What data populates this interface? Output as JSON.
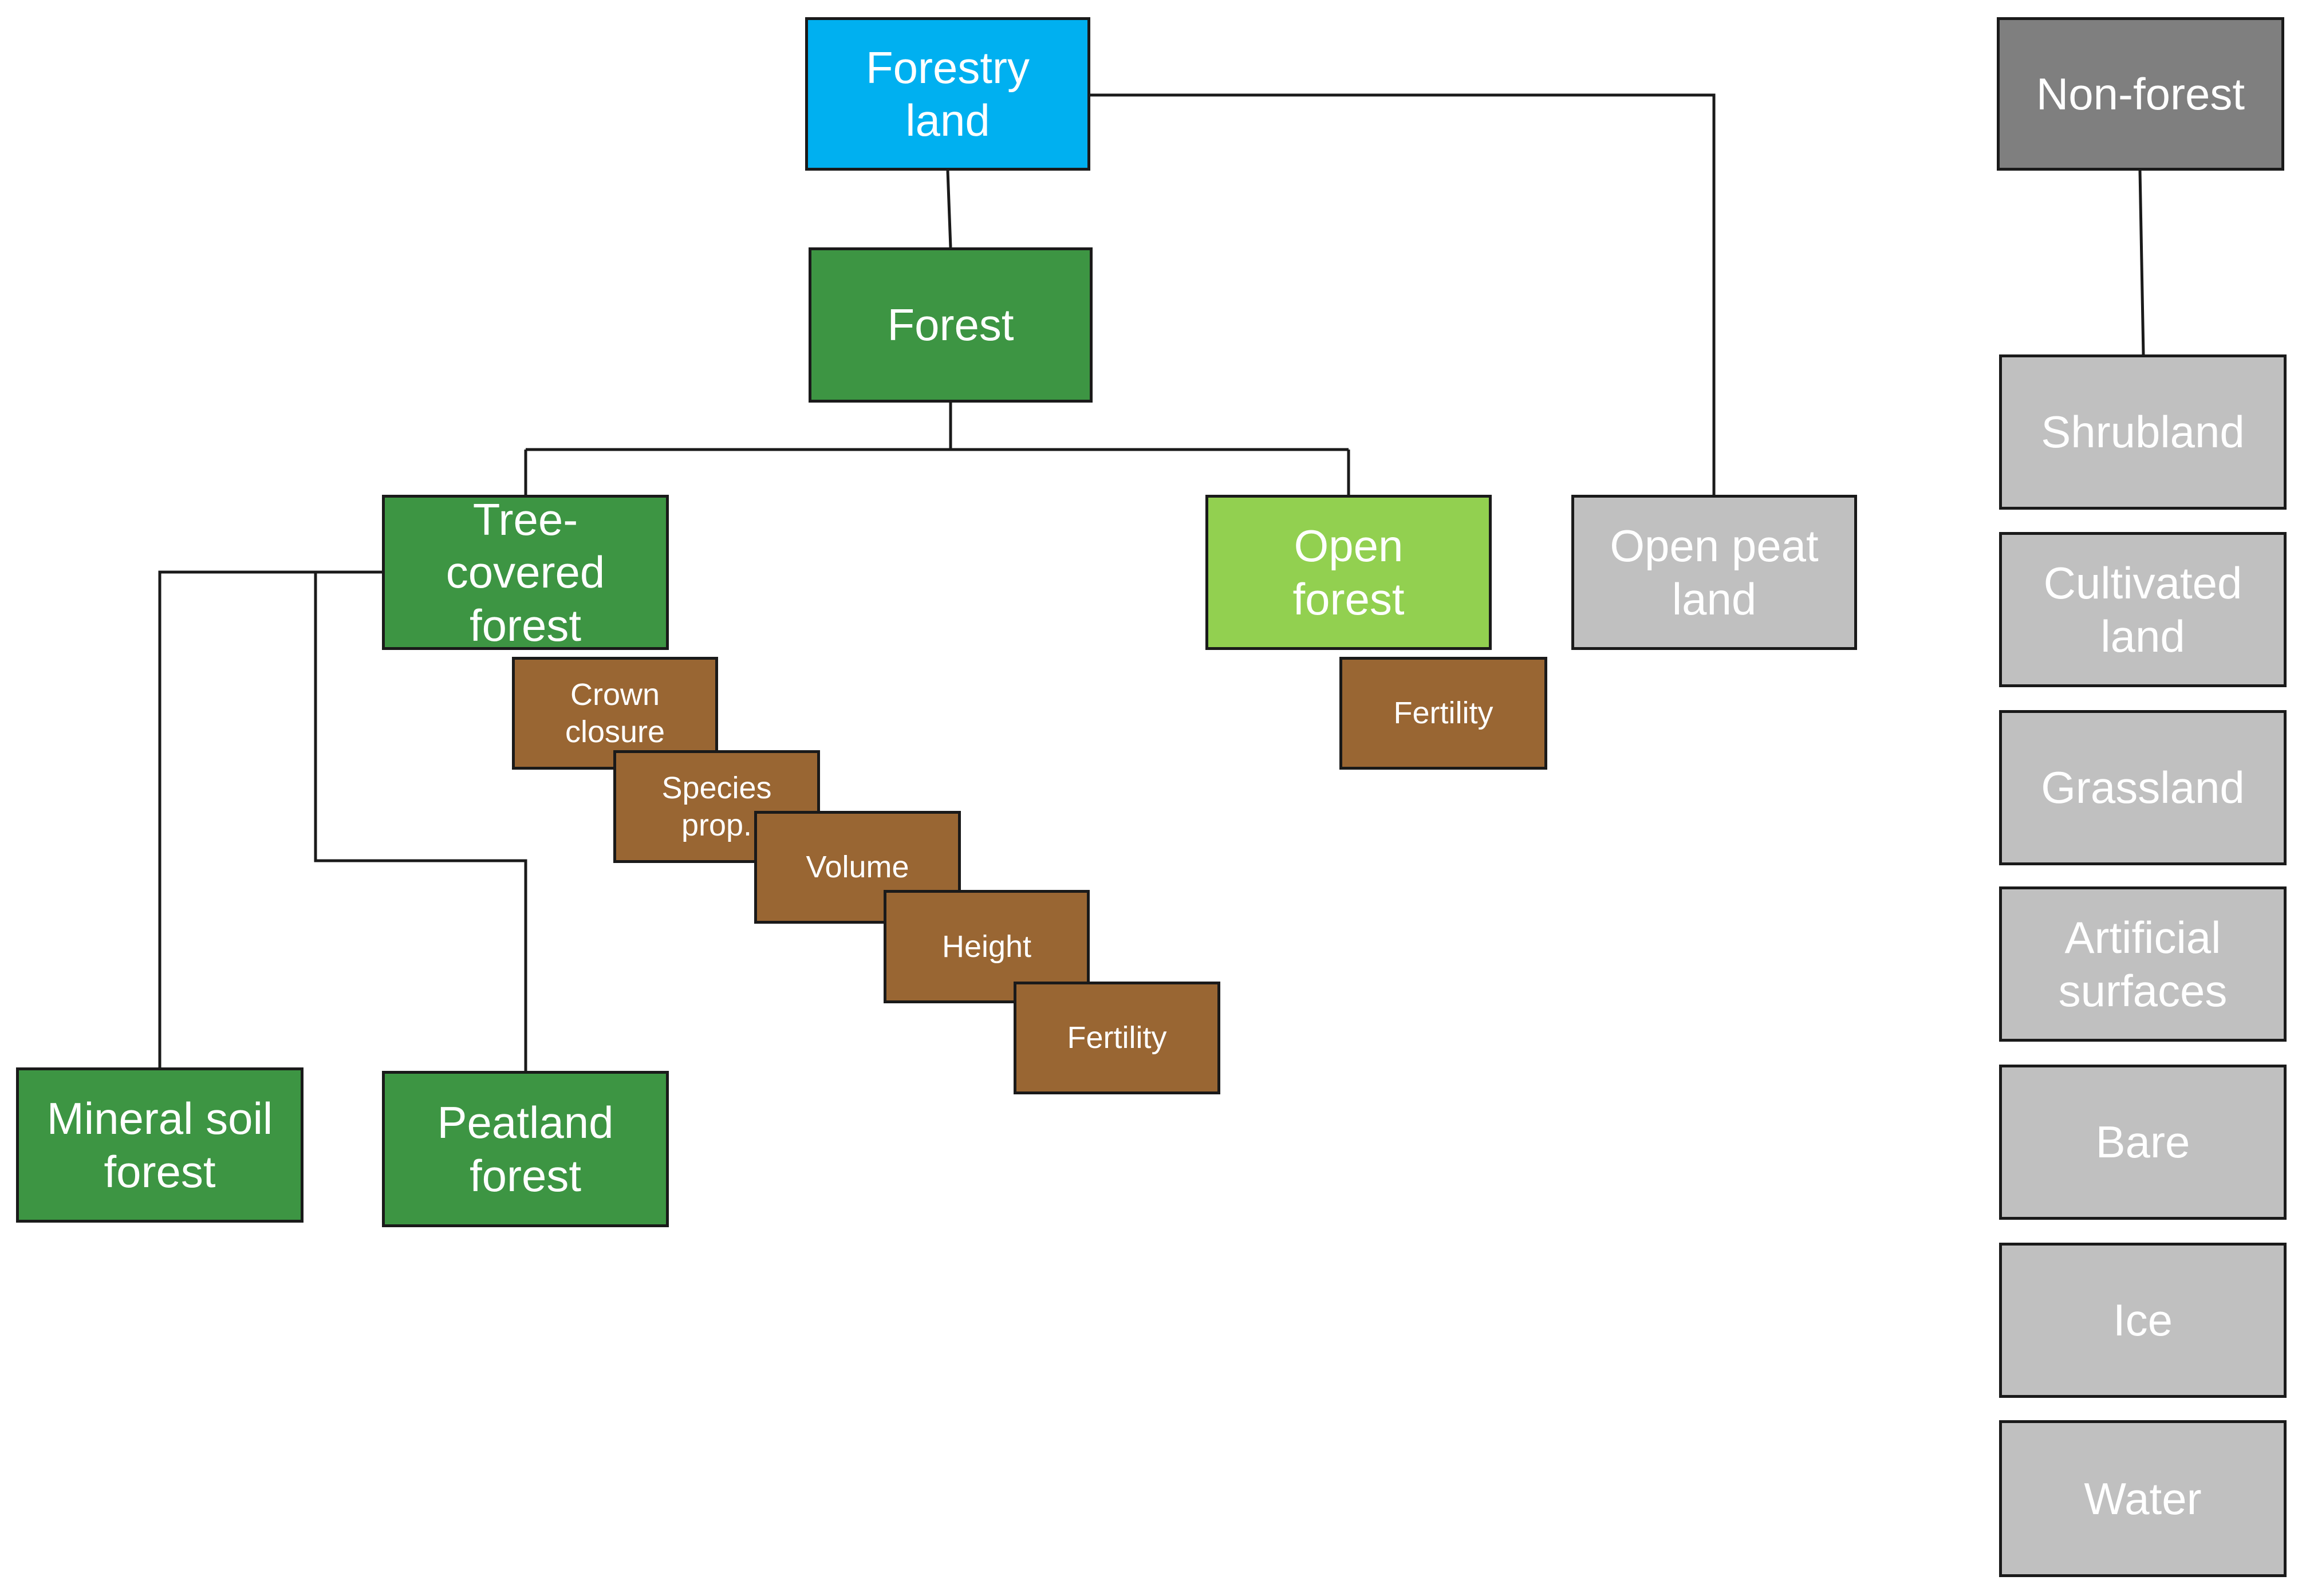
{
  "colors": {
    "forestry_land": "#00b0f0",
    "forest": "#3d9543",
    "open_forest": "#92d050",
    "non_forest": "#7f7f7f",
    "non_forest_class": "#c0c0c0",
    "attribute": "#996633",
    "line": "#1a1a1a"
  },
  "nodes": {
    "forestry_land": "Forestry\nland",
    "forest": "Forest",
    "tree_covered_forest": "Tree-\ncovered\nforest",
    "open_forest": "Open\nforest",
    "open_peat_land": "Open peat\nland",
    "mineral_soil_forest": "Mineral soil\nforest",
    "peatland_forest": "Peatland\nforest",
    "non_forest": "Non-forest"
  },
  "attributes": {
    "tree_covered": [
      "Crown\nclosure",
      "Species\nprop.",
      "Volume",
      "Height",
      "Fertility"
    ],
    "open_forest": [
      "Fertility"
    ]
  },
  "non_forest_classes": [
    "Shrubland",
    "Cultivated\nland",
    "Grassland",
    "Artificial\nsurfaces",
    "Bare",
    "Ice",
    "Water"
  ]
}
